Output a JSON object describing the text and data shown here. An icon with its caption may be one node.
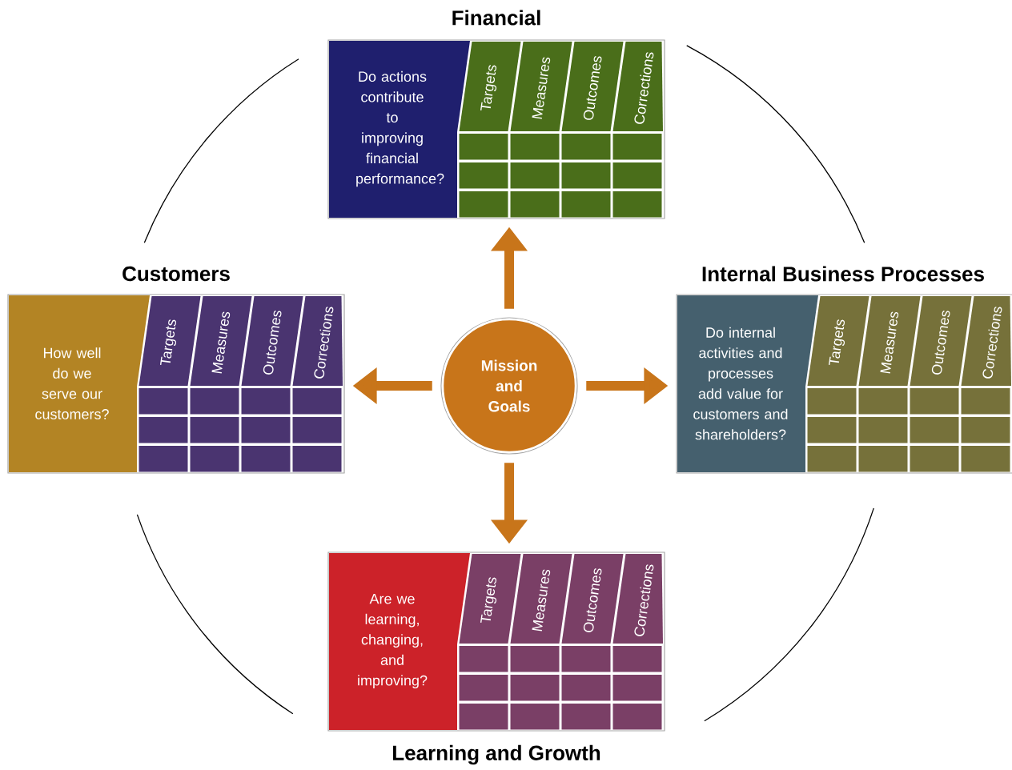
{
  "diagram": {
    "nodes": [
      {
        "text": [
          "Financial",
          "Do actions contribute to improving financial performance?"
        ]
      },
      {
        "text": [
          "Customers",
          "How well do we serve our customers?"
        ]
      },
      {
        "text": [
          "Mission and Goals"
        ]
      },
      {
        "text": [
          "Internal Business Processes",
          "Do internal activities and processes add value for customers and shareholders?"
        ]
      },
      {
        "text": [
          "Are we learning, changing, and improving?",
          "Learning and Growth"
        ]
      }
    ],
    "edges": [
      {
        "from": 2,
        "to": 0,
        "arrow": "to"
      },
      {
        "from": 2,
        "to": 1,
        "arrow": "to"
      },
      {
        "from": 2,
        "to": 3,
        "arrow": "to"
      },
      {
        "from": 2,
        "to": 4,
        "arrow": "to"
      }
    ],
    "labels": [
      "Targets",
      "Measures",
      "Outcomes",
      "Corrections",
      "Targets",
      "Measures",
      "Outcomes",
      "Corrections",
      "Targets",
      "Measures",
      "Outcomes",
      "Corrections",
      "Targets",
      "Measures",
      "Outcomes",
      "Corrections"
    ]
  }
}
